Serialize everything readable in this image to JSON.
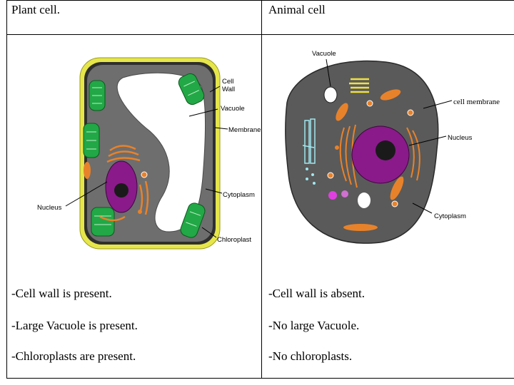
{
  "headers": {
    "plant": "Plant cell.",
    "animal": "Animal cell"
  },
  "plant_labels": {
    "cell_wall": [
      "Cell",
      "Wall"
    ],
    "vacuole": "Vacuole",
    "membrane": "Membrane",
    "cytoplasm": "Cytoplasm",
    "chloroplast": "Chloroplast",
    "nucleus": "Nucleus"
  },
  "animal_labels": {
    "vacuole": "Vacuole",
    "cell_membrane": "cell membrane",
    "nucleus": "Nucleus",
    "cytoplasm": "Cytoplasm"
  },
  "plant_points": [
    "-Cell wall is present.",
    "-Large Vacuole is present.",
    "-Chloroplasts are present."
  ],
  "animal_points": [
    "-Cell wall is absent.",
    "-No large Vacuole.",
    "-No chloroplasts."
  ],
  "colors": {
    "cell_wall": "#e6e64a",
    "cytoplasm": "#6e6e6e",
    "animal_cytoplasm": "#5a5a5a",
    "vacuole": "#ffffff",
    "chloroplast": "#22a846",
    "nucleus": "#8a1a8a",
    "organelle_orange": "#e8822a"
  }
}
